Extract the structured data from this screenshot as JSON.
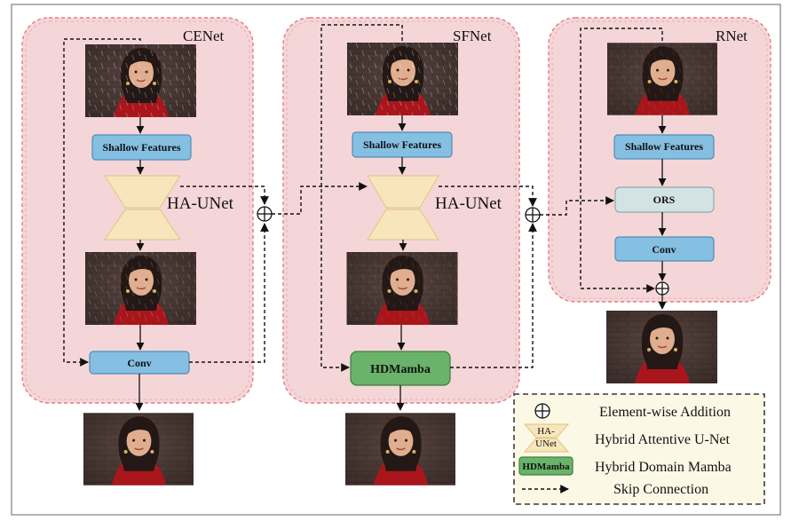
{
  "panels": {
    "cenet": {
      "title": "CENet",
      "shallow_label": "Shallow Features",
      "unet_label": "HA-UNet",
      "conv_label": "Conv"
    },
    "sfnet": {
      "title": "SFNet",
      "shallow_label": "Shallow Features",
      "unet_label": "HA-UNet",
      "mamba_label": "HDMamba"
    },
    "rnet": {
      "title": "RNet",
      "shallow_label": "Shallow Features",
      "ors_label": "ORS",
      "conv_label": "Conv"
    }
  },
  "legend": {
    "addition": "Element-wise Addition",
    "ha_icon_line1": "HA-",
    "ha_icon_line2": "UNet",
    "hybrid_unet": "Hybrid Attentive U-Net",
    "mamba_icon": "HDMamba",
    "hybrid_mamba": "Hybrid Domain Mamba",
    "skip": "Skip Connection"
  },
  "colors": {
    "panel_fill": "#f5d6d8",
    "panel_border": "#e07e85",
    "shallow_box": "#85bfe2",
    "ors_box": "#d3e3e3",
    "mamba_box": "#6ab36a",
    "unet_hourglass": "#f7e5bc",
    "legend_bg": "#fcf8e6"
  }
}
